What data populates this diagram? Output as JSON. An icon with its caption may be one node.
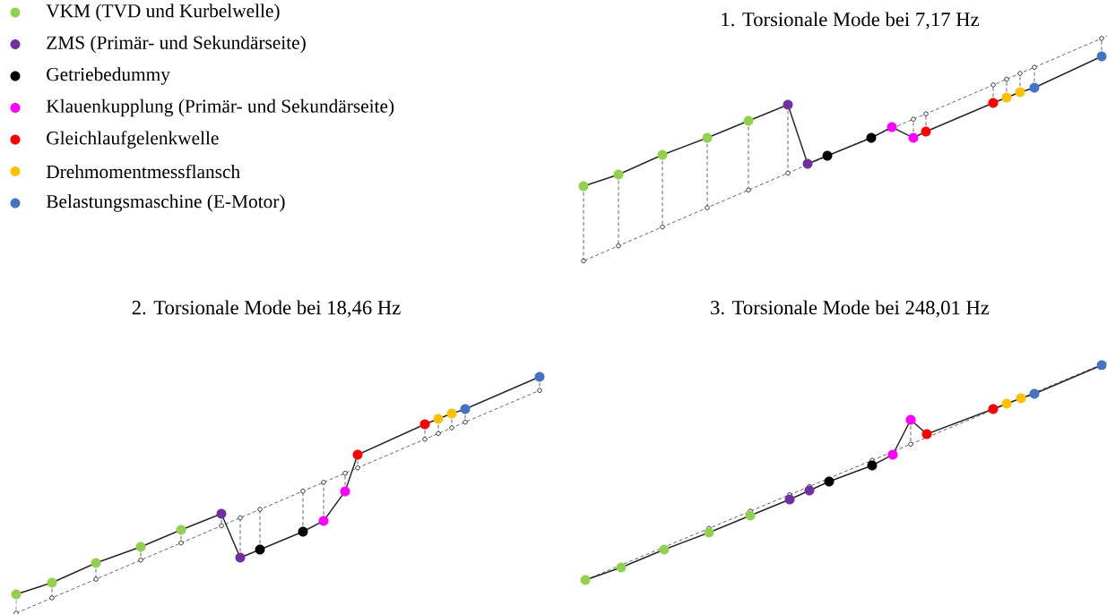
{
  "diagram": {
    "labels": [
      "1. Torsionale Mode bei 7,17 Hz",
      "2. Torsionale Mode bei 18,46 Hz",
      "3. Torsionale Mode bei 248,01 Hz"
    ],
    "legend": [
      {
        "text": "VKM (TVD und Kurbelwelle)",
        "color": "#92d050"
      },
      {
        "text": "ZMS (Primär- und Sekundärseite)",
        "color": "#7030a0"
      },
      {
        "text": "Getriebedummy",
        "color": "#000000"
      },
      {
        "text": "Klauenkupplung (Primär- und Sekundärseite)",
        "color": "#ff00ff"
      },
      {
        "text": "Gleichlaufgelenkwelle",
        "color": "#ff0000"
      },
      {
        "text": "Drehmomentmessflansch",
        "color": "#ffc000"
      },
      {
        "text": "Belastungsmaschine (E-Motor)",
        "color": "#4472c4"
      }
    ]
  }
}
